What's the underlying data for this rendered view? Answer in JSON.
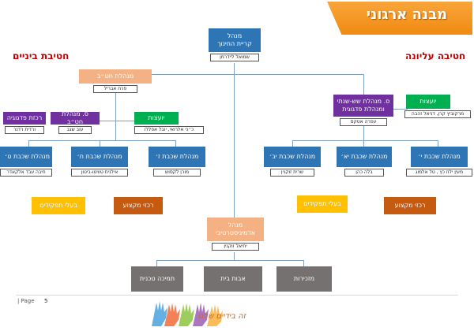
{
  "banner": {
    "title": "מבנה ארגוני"
  },
  "sections": {
    "upper": "חטיבה עליונה",
    "middle": "חטיבת ביניים"
  },
  "top": {
    "title": "מנהל\nקריית החינוך",
    "name": "שמואל ליידרמן"
  },
  "middle_principal": {
    "title": "מנהלת חט״ב",
    "name": "פרח אבריל"
  },
  "upper_principal": {
    "title": "ס. מנהלת שש-שנתי\nומנהלת פדגוגית",
    "name": "עפרה אטקס"
  },
  "middle_deputy": {
    "title": "ס. מנהלת חט״ב",
    "name": "עוב שגב"
  },
  "middle_pedagogy": {
    "title": "רכזת פדגוגיה",
    "name": "ורדית רדנר"
  },
  "middle_advisors": {
    "title": "יועצות",
    "name": "כ״ני אלרואי, יובל אפללו"
  },
  "upper_advisors": {
    "title": "יועצות",
    "name": "מרקוביץ קרן, דניאל זהבה"
  },
  "middle_grades": [
    {
      "title": "מנהלת שכבת ז׳",
      "name": "מורן לקסוש"
    },
    {
      "title": "מנהלת שכבת ח׳",
      "name": "אילנית טוויטו-ביטון"
    },
    {
      "title": "מנהלת שכבת ט׳",
      "name": "חיבה עבד אלקאדר"
    }
  ],
  "upper_grades": [
    {
      "title": "מנהלת שכבת י׳",
      "name": "מעין ילוז כץ , טל אלמוג"
    },
    {
      "title": "מנהלת שכבת יא׳",
      "name": "בלה כהן"
    },
    {
      "title": "מנהלת שכבת יב׳",
      "name": "שרית זוקנין"
    }
  ],
  "role_holders_label": "בעלי תפקידים",
  "subject_coords_label": "רכזי מקצוע",
  "admin": {
    "title": "מנהל\nאדמיניסטרטיבי",
    "name": "יחיאל זוקנין"
  },
  "admin_units": [
    "תמיכה טכנית",
    "אבות בית",
    "מזכירות"
  ],
  "footer": {
    "page_label": "| Page",
    "page_number": "5",
    "logo_text": "זה בידיים שלנו"
  },
  "colors": {
    "blue": "#2e75b6",
    "peach": "#f4b183",
    "green": "#00b050",
    "purple": "#7030a0",
    "yellow": "#ffc000",
    "rust": "#c55a11",
    "gray": "#767171",
    "banner": "#f7941d",
    "label_red": "#c00000"
  }
}
